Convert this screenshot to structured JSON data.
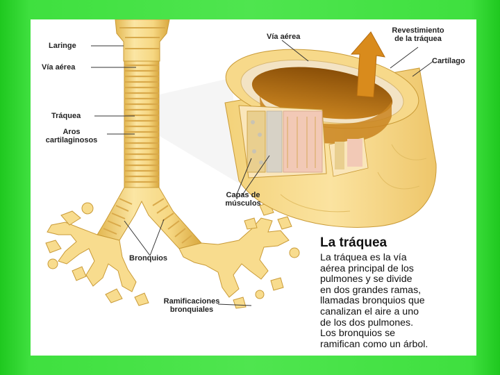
{
  "labels": {
    "laringe": "Laringe",
    "via_aerea_left": "Vía aérea",
    "traquea": "Tráquea",
    "aros_line1": "Aros",
    "aros_line2": "cartilaginosos",
    "via_aerea_top": "Vía aérea",
    "revestimiento_line1": "Revestimiento",
    "revestimiento_line2": "de la tráquea",
    "cartilago": "Cartílago",
    "capas_line1": "Capas de",
    "capas_line2": "músculos",
    "bronquios": "Bronquios",
    "ramificaciones_line1": "Ramificaciones",
    "ramificaciones_line2": "bronquiales"
  },
  "text_box": {
    "title": "La tráquea",
    "lines": [
      "La tráquea es la vía",
      "aérea principal de los",
      "pulmones y se divide",
      "en dos grandes ramas,",
      "llamadas bronquios que",
      "canalizan el aire a uno",
      "de los dos pulmones.",
      "Los bronquios se",
      "ramifican como un árbol."
    ]
  },
  "colors": {
    "background_green": "#3fe03f",
    "cartilage_yellow": "#f7d98a",
    "cartilage_shadow": "#e0b54a",
    "lumen_brown": "#b8710f",
    "muscle_pink": "#f1c7b5",
    "arrow_orange": "#d98b1c"
  }
}
